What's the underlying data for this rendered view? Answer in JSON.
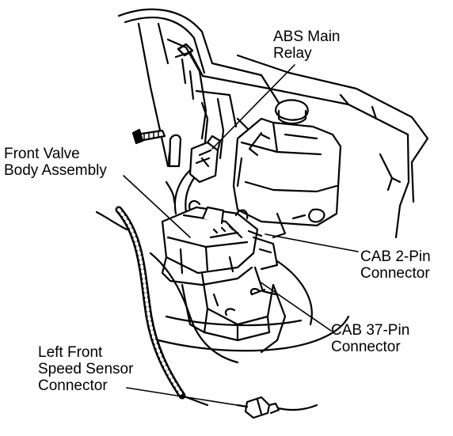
{
  "diagram": {
    "labels": {
      "abs_main_relay": [
        "ABS Main",
        "Relay"
      ],
      "front_valve_body": [
        "Front Valve",
        "Body Assembly"
      ],
      "cab_2pin": [
        "CAB 2-Pin",
        "Connector"
      ],
      "cab_37pin": [
        "CAB 37-Pin",
        "Connector"
      ],
      "left_front_speed_sensor": [
        "Left Front",
        "Speed Sensor",
        "Connector"
      ]
    },
    "colors": {
      "ink": "#000000",
      "paper": "#ffffff"
    }
  }
}
